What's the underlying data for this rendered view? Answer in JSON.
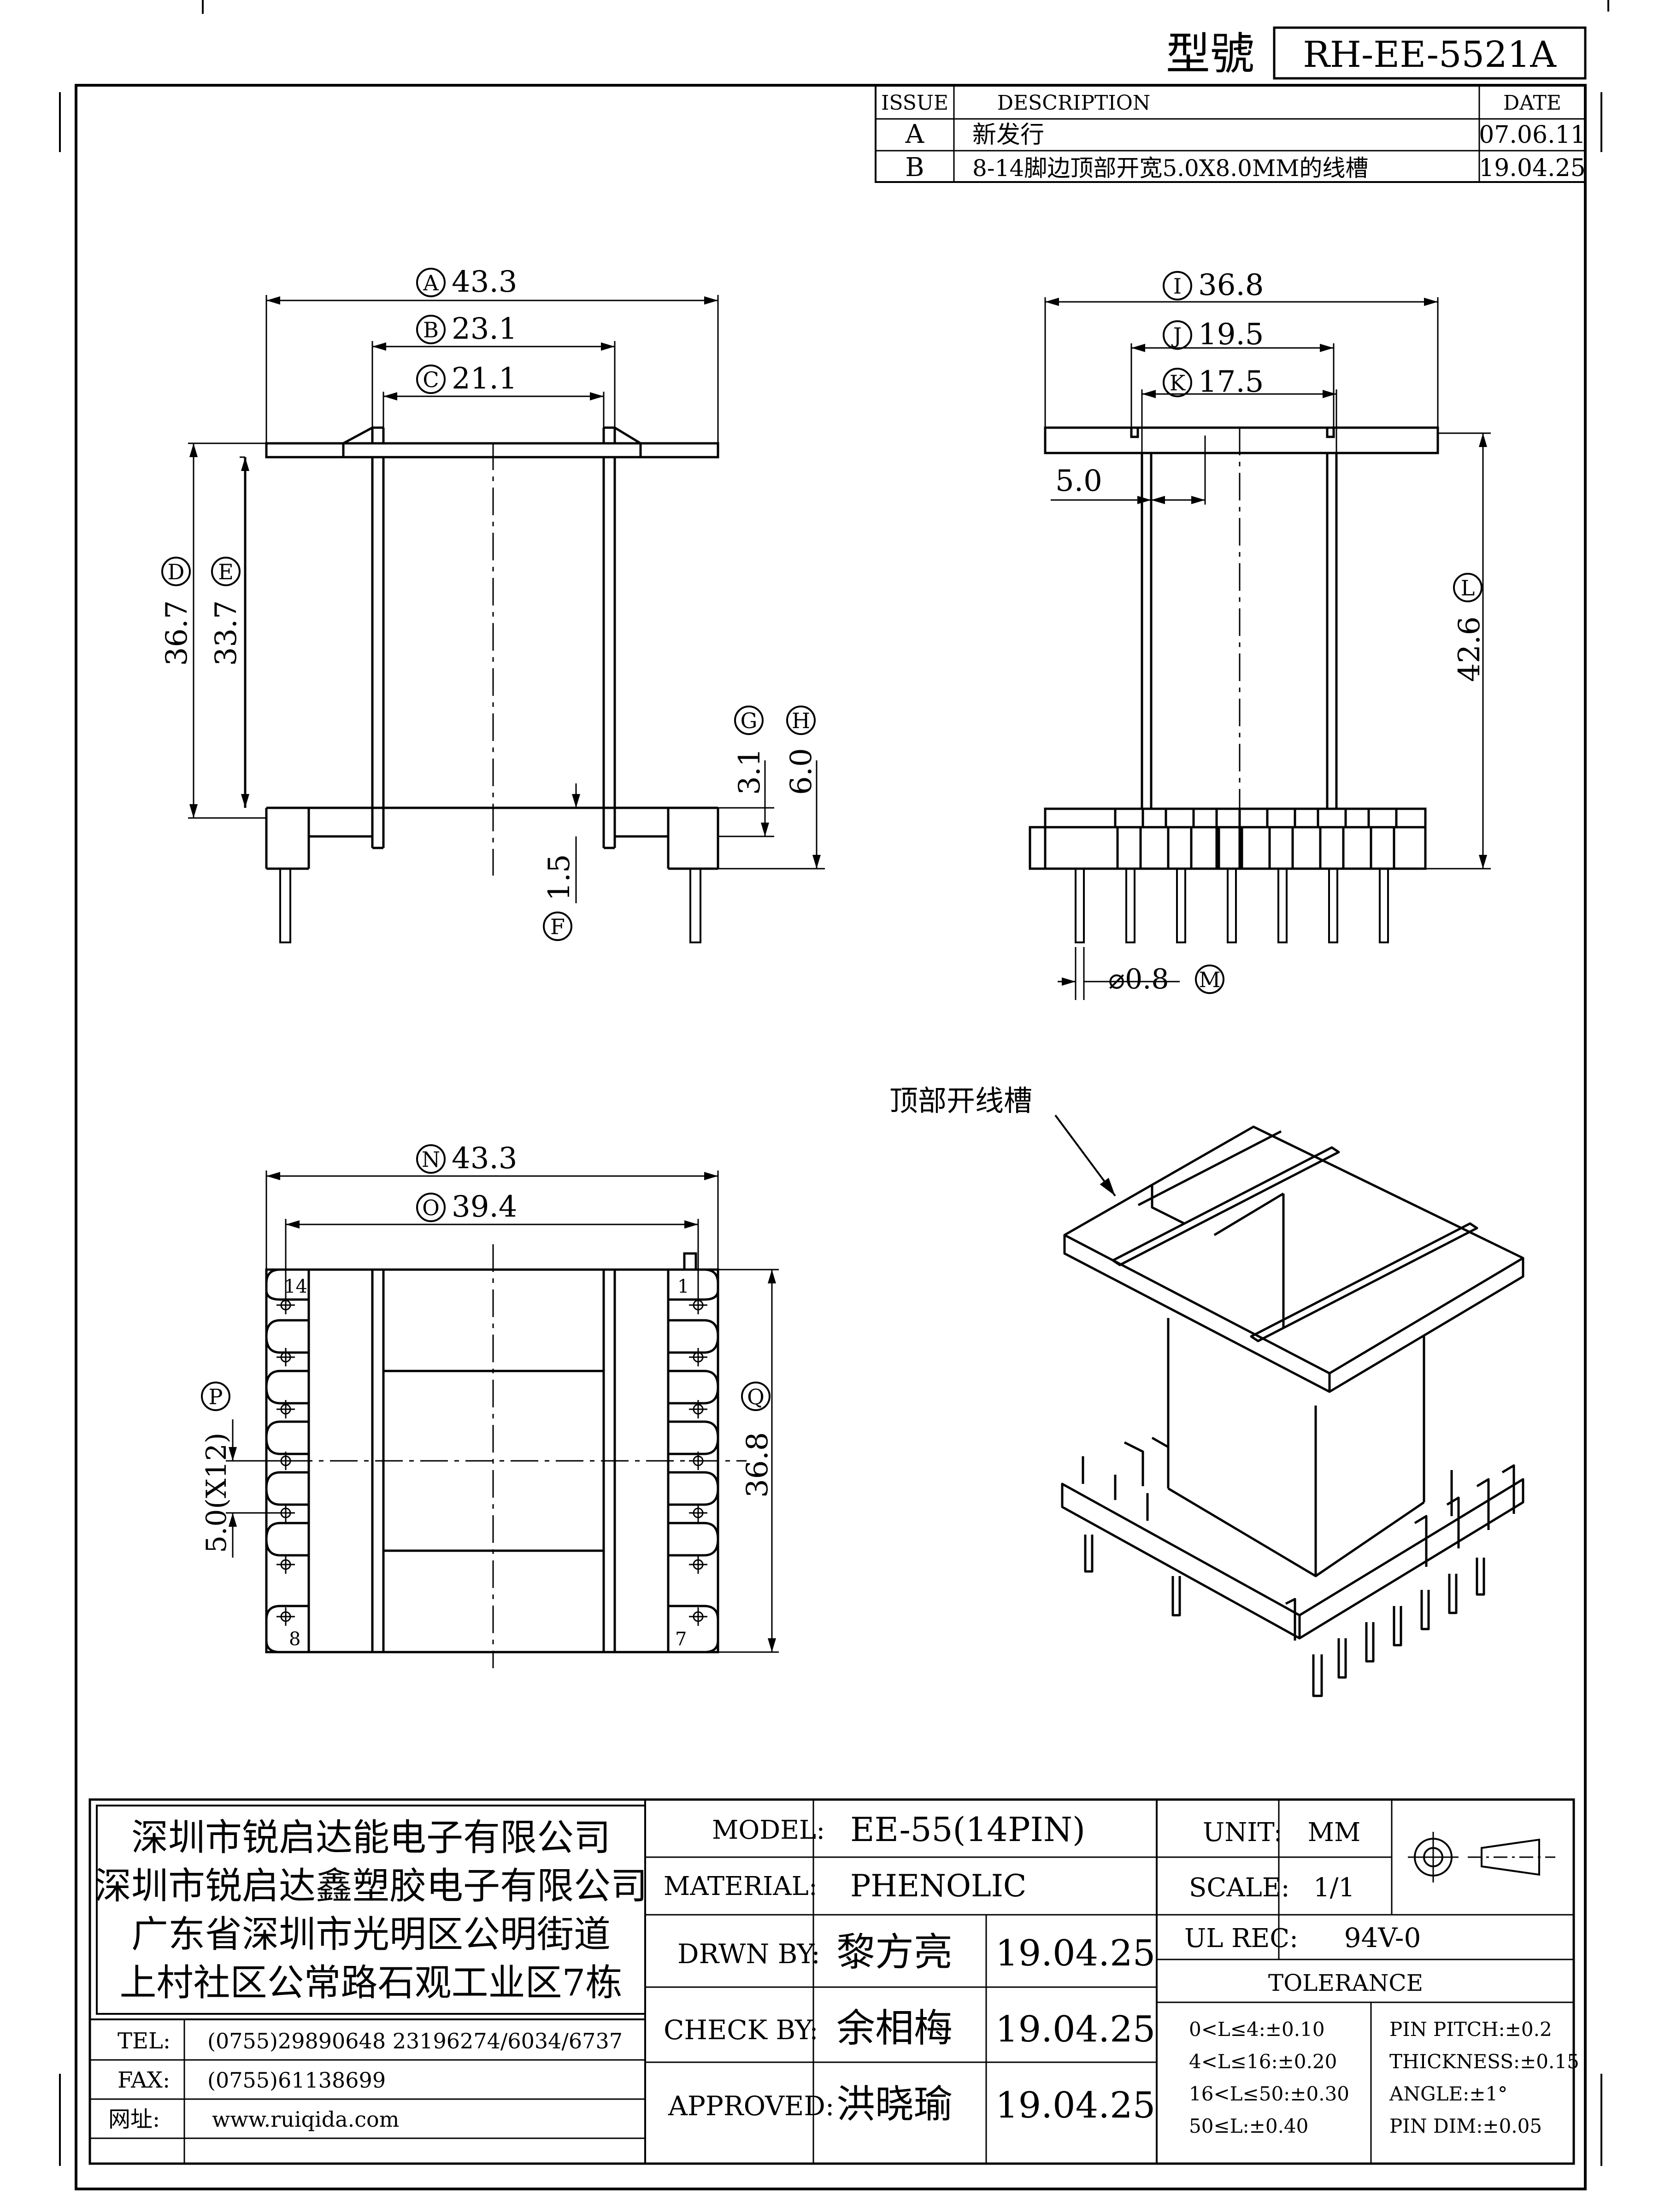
{
  "header": {
    "model_label": "型號",
    "model_value": "RH-EE-5521A"
  },
  "revisions": {
    "headers": {
      "issue": "ISSUE",
      "description": "DESCRIPTION",
      "date": "DATE"
    },
    "rows": [
      {
        "issue": "A",
        "description": "新发行",
        "date": "07.06.11"
      },
      {
        "issue": "B",
        "description": "8-14脚边顶部开宽5.0X8.0MM的线槽",
        "date": "19.04.25"
      }
    ]
  },
  "front_view": {
    "dims": {
      "A": {
        "mark": "A",
        "value": "43.3"
      },
      "B": {
        "mark": "B",
        "value": "23.1"
      },
      "C": {
        "mark": "C",
        "value": "21.1"
      },
      "D": {
        "mark": "D",
        "value": "36.7"
      },
      "E": {
        "mark": "E",
        "value": "33.7"
      },
      "F": {
        "mark": "F",
        "value": "1.5"
      },
      "G": {
        "mark": "G",
        "value": "3.1"
      },
      "H": {
        "mark": "H",
        "value": "6.0"
      }
    }
  },
  "side_view": {
    "dims": {
      "I": {
        "mark": "I",
        "value": "36.8"
      },
      "J": {
        "mark": "J",
        "value": "19.5"
      },
      "K": {
        "mark": "K",
        "value": "17.5"
      },
      "L": {
        "mark": "L",
        "value": "42.6"
      },
      "M": {
        "mark": "M",
        "value": "⌀0.8"
      },
      "slot": {
        "value": "5.0"
      }
    }
  },
  "bottom_view": {
    "dims": {
      "N": {
        "mark": "N",
        "value": "43.3"
      },
      "O": {
        "mark": "O",
        "value": "39.4"
      },
      "P": {
        "mark": "P",
        "value": "5.0(X12)"
      },
      "Q": {
        "mark": "Q",
        "value": "36.8"
      }
    },
    "pin_labels": {
      "top_left": "14",
      "top_right": "1",
      "bottom_left": "8",
      "bottom_right": "7"
    }
  },
  "iso_view": {
    "callout": "顶部开线槽"
  },
  "title_block": {
    "company": [
      "深圳市锐启达能电子有限公司",
      "深圳市锐启达鑫塑胶电子有限公司",
      "广东省深圳市光明区公明街道",
      "上村社区公常路石观工业区7栋"
    ],
    "contacts": [
      {
        "label": "TEL:",
        "value": "(0755)29890648   23196274/6034/6737"
      },
      {
        "label": "FAX:",
        "value": "(0755)61138699"
      },
      {
        "label": "网址:",
        "value": "www.ruiqida.com"
      }
    ],
    "model_label": "MODEL:",
    "model_value": "EE-55(14PIN)",
    "material_label": "MATERIAL:",
    "material_value": "PHENOLIC",
    "drawn_label": "DRWN BY:",
    "drawn_name": "黎方亮",
    "drawn_date": "19.04.25",
    "check_label": "CHECK BY:",
    "check_name": "余相梅",
    "check_date": "19.04.25",
    "approved_label": "APPROVED:",
    "approved_name": "洪晓瑜",
    "approved_date": "19.04.25",
    "unit_label": "UNIT:",
    "unit_value": "MM",
    "scale_label": "SCALE:",
    "scale_value": "1/1",
    "ul_label": "UL REC:",
    "ul_value": "94V-0",
    "tolerance_label": "TOLERANCE",
    "tolerances_left": [
      "0<L≤4:±0.10",
      "4<L≤16:±0.20",
      "16<L≤50:±0.30",
      "50≤L:±0.40"
    ],
    "tolerances_right": [
      "PIN PITCH:±0.2",
      "THICKNESS:±0.15",
      "ANGLE:±1°",
      "PIN DIM:±0.05"
    ]
  }
}
